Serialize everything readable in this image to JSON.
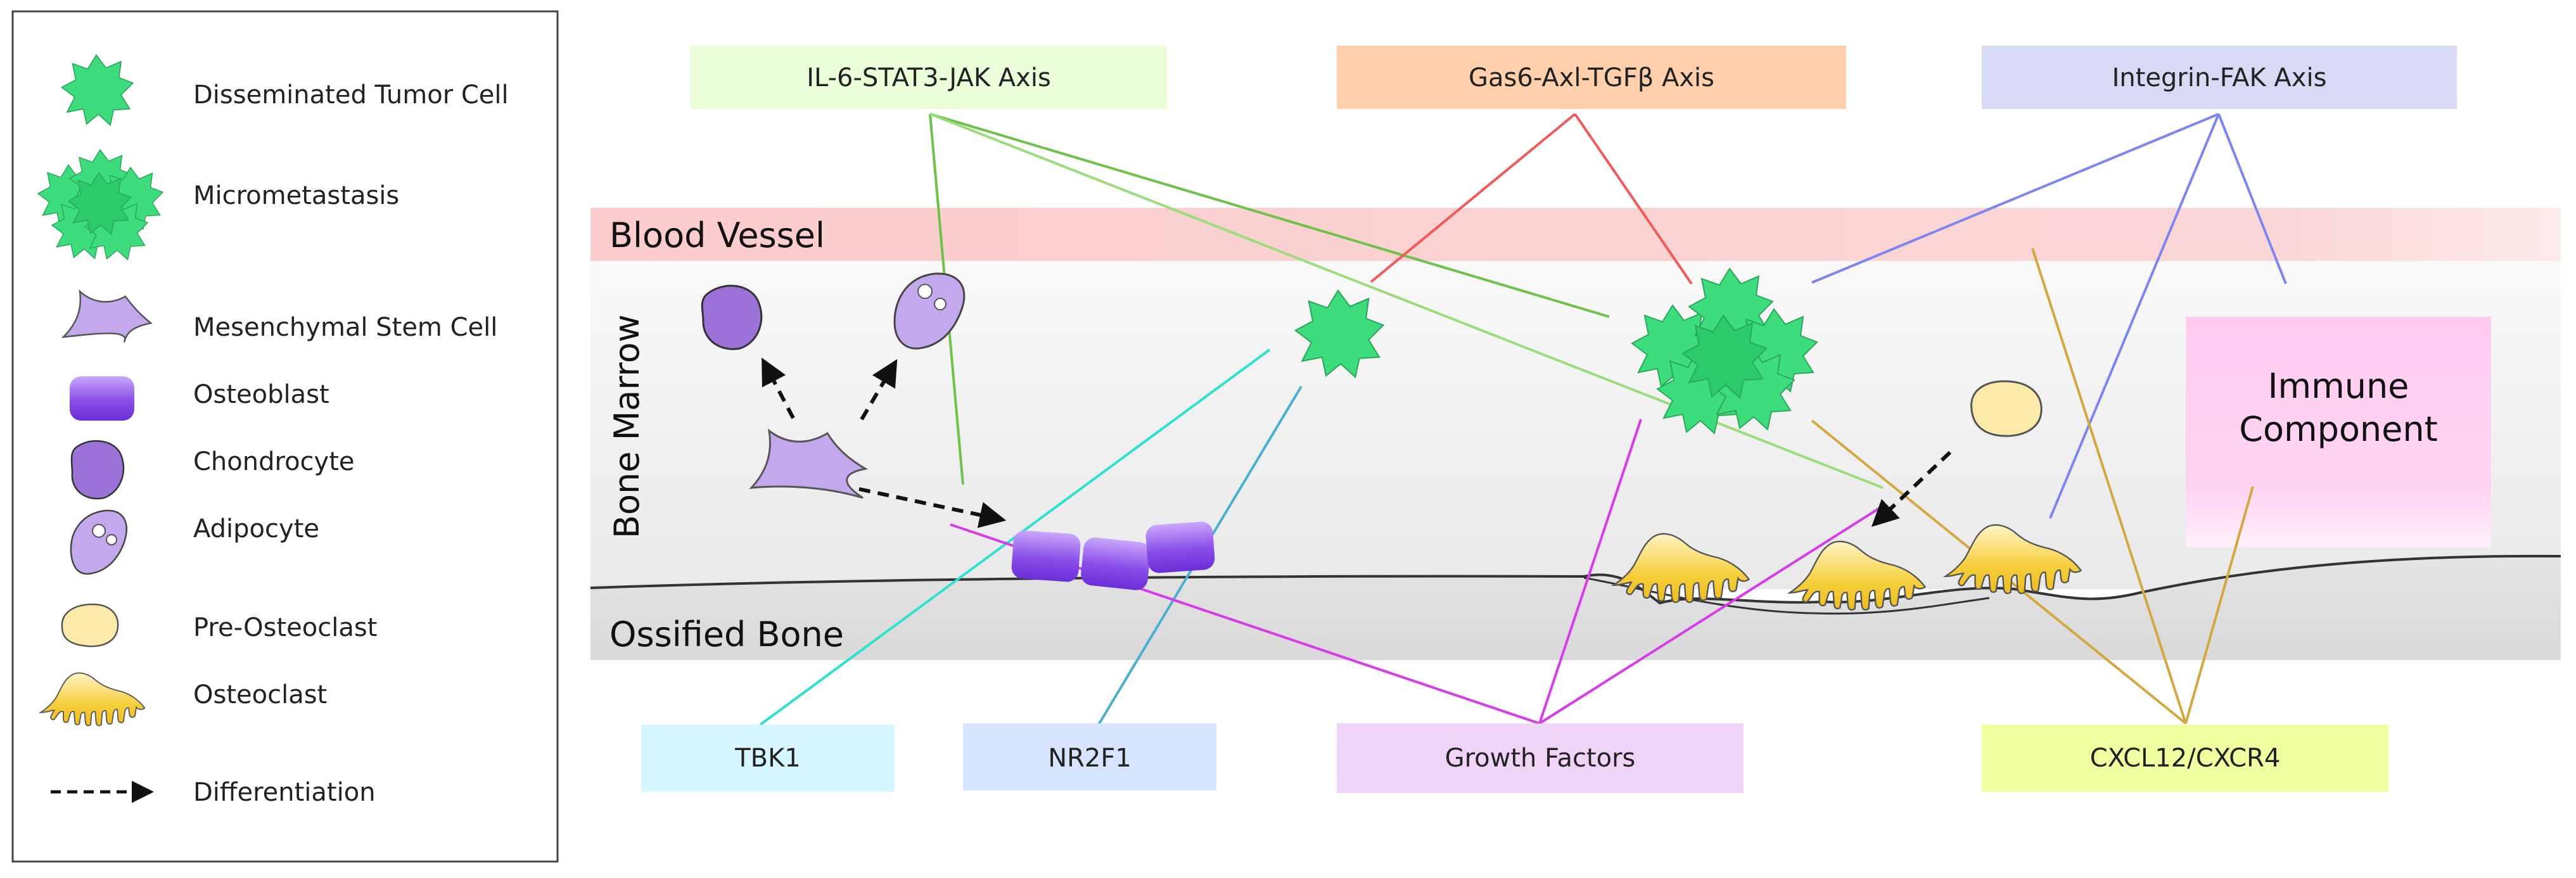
{
  "legend": {
    "items": [
      {
        "key": "dtc",
        "label": "Disseminated Tumor Cell"
      },
      {
        "key": "micromet",
        "label": "Micrometastasis"
      },
      {
        "key": "msc",
        "label": "Mesenchymal Stem Cell"
      },
      {
        "key": "osteoblast",
        "label": "Osteoblast"
      },
      {
        "key": "chondrocyte",
        "label": "Chondrocyte"
      },
      {
        "key": "adipocyte",
        "label": "Adipocyte"
      },
      {
        "key": "preosteoclast",
        "label": "Pre-Osteoclast"
      },
      {
        "key": "osteoclast",
        "label": "Osteoclast"
      },
      {
        "key": "differentiation",
        "label": "Differentiation"
      }
    ]
  },
  "regions": {
    "blood_vessel": "Blood Vessel",
    "bone_marrow": "Bone Marrow",
    "ossified_bone": "Ossified Bone"
  },
  "immune": {
    "line1": "Immune",
    "line2": "Component"
  },
  "boxes": {
    "il6": {
      "label": "IL-6-STAT3-JAK Axis",
      "fill": "#eaffd9",
      "line": "#6cc24a"
    },
    "gas6": {
      "label": "Gas6-Axl-TGFβ Axis",
      "fill": "#ffd0ab",
      "line": "#f05a5a"
    },
    "integrin": {
      "label": "Integrin-FAK Axis",
      "fill": "#d8daf5",
      "line": "#7d86f0"
    },
    "tbk1": {
      "label": "TBK1",
      "fill": "#d6f7ff",
      "line": "#2ee0d0"
    },
    "nr2f1": {
      "label": "NR2F1",
      "fill": "#d6e4ff",
      "line": "#4ab0d0"
    },
    "growth": {
      "label": "Growth Factors",
      "fill": "#f0d4f7",
      "line": "#d63ce8"
    },
    "cxcl12": {
      "label": "CXCL12/CXCR4",
      "fill": "#f2ffa0",
      "line": "#d4a840"
    }
  },
  "colors": {
    "tumor": "#3ddc7c",
    "msc": "#c4a8ee",
    "chondrocyte": "#9b72d8",
    "osteoblast": "#8a4ee8",
    "osteoclast": "#f5cf3c",
    "preosteoclast": "#fbeaa8",
    "blood_vessel": "#fbd0d0",
    "immune": "#ffd0f2"
  }
}
